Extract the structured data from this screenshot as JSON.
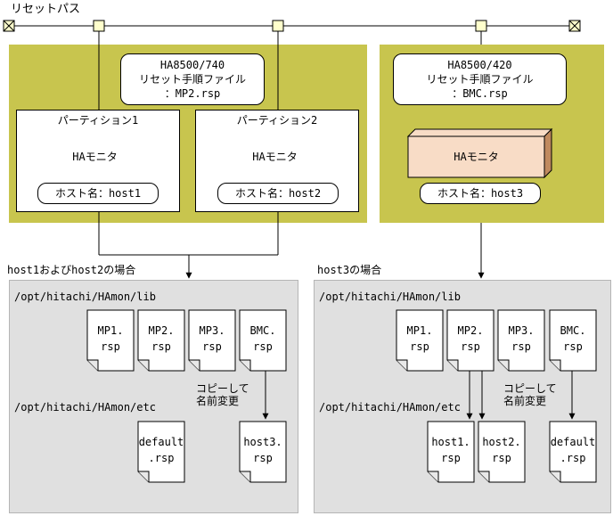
{
  "reset_path": {
    "label": "リセットパス"
  },
  "left_server": {
    "model_lines": [
      "HA8500/740",
      "リセット手順ファイル",
      "：MP2.rsp"
    ],
    "partitions": [
      {
        "title": "パーティション1",
        "monitor": "HAモニタ",
        "host": "ホスト名：host1"
      },
      {
        "title": "パーティション2",
        "monitor": "HAモニタ",
        "host": "ホスト名：host2"
      }
    ]
  },
  "right_server": {
    "model_lines": [
      "HA8500/420",
      "リセット手順ファイル",
      "：BMC.rsp"
    ],
    "monitor": "HAモニタ",
    "host": "ホスト名：host3"
  },
  "left_case": {
    "heading": "host1およびhost2の場合",
    "lib_path": "/opt/hitachi/HAmon/lib",
    "etc_path": "/opt/hitachi/HAmon/etc",
    "lib_files": [
      [
        "MP1.",
        "rsp"
      ],
      [
        "MP2.",
        "rsp"
      ],
      [
        "MP3.",
        "rsp"
      ],
      [
        "BMC.",
        "rsp"
      ]
    ],
    "etc_files": [
      [
        "default",
        ".rsp"
      ],
      [
        "host3.",
        "rsp"
      ]
    ],
    "note_lines": [
      "コピーして",
      "名前変更"
    ]
  },
  "right_case": {
    "heading": "host3の場合",
    "lib_path": "/opt/hitachi/HAmon/lib",
    "etc_path": "/opt/hitachi/HAmon/etc",
    "lib_files": [
      [
        "MP1.",
        "rsp"
      ],
      [
        "MP2.",
        "rsp"
      ],
      [
        "MP3.",
        "rsp"
      ],
      [
        "BMC.",
        "rsp"
      ]
    ],
    "etc_files": [
      [
        "host1.",
        "rsp"
      ],
      [
        "host2.",
        "rsp"
      ],
      [
        "default",
        ".rsp"
      ]
    ],
    "note_lines": [
      "コピーして",
      "名前変更"
    ]
  },
  "colors": {
    "olive": "#c8c54e",
    "monitor_front": "#f8dcc6",
    "monitor_side": "#c08a5f",
    "panel": "#e0e0e0",
    "connector": "#ffffcc"
  }
}
